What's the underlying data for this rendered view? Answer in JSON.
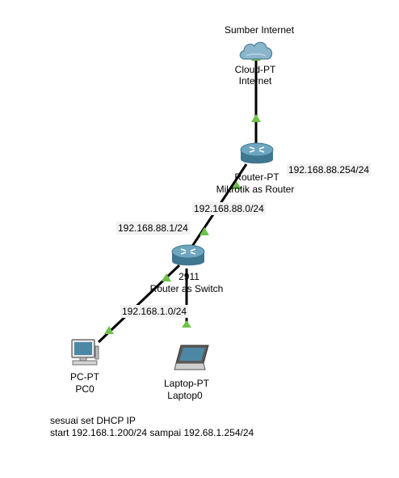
{
  "nodes": {
    "cloud": {
      "title": "Sumber Internet",
      "type_label": "Cloud-PT",
      "name": "Internet",
      "icon": "cloud-icon"
    },
    "mikrotik": {
      "type_label": "Router-PT",
      "name": "Mikrotik as Router",
      "icon": "router-icon"
    },
    "router2911": {
      "type_label": "2911",
      "name": "Router as Switch",
      "icon": "router-icon"
    },
    "pc": {
      "type_label": "PC-PT",
      "name": "PC0",
      "icon": "pc-icon"
    },
    "laptop": {
      "type_label": "Laptop-PT",
      "name": "Laptop0",
      "icon": "laptop-icon"
    }
  },
  "addresses": {
    "wan_ip": "192.168.88.254/24",
    "link_network": "192.168.88.0/24",
    "router2911_ip": "192.168.88.1/24",
    "lan_network": "192.168.1.0/24"
  },
  "note": {
    "line1": "sesuai set DHCP IP",
    "line2": "start 192.168.1.200/24 sampai 192.68.1.254/24"
  },
  "colors": {
    "link": "#000000",
    "link_up_indicator": "#6cc24a",
    "router_body": "#5a8fa8",
    "cloud_body": "#8ab6cc",
    "label_box": "#f2f2f2"
  }
}
